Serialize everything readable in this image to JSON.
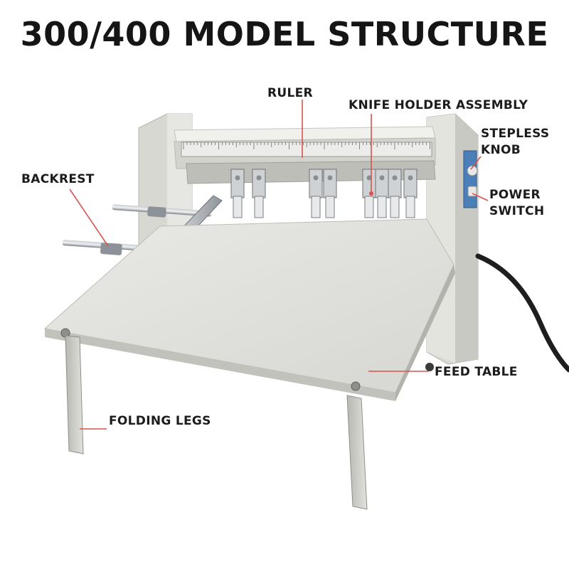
{
  "title": "300/400 MODEL STRUCTURE",
  "colors": {
    "leader_line": "#d9534f",
    "machine_body": "#dcdcd7",
    "feed_table": "#e4e4e0",
    "text": "#1c1c1c"
  },
  "labels": {
    "ruler": "RULER",
    "knife_holder_assembly": "KNIFE HOLDER ASSEMBLY",
    "stepless_knob_line1": "STEPLESS",
    "stepless_knob_line2": "KNOB",
    "backrest": "BACKREST",
    "power_switch_line1": "POWER",
    "power_switch_line2": "SWITCH",
    "feed_table": "FEED TABLE",
    "folding_legs": "FOLDING LEGS"
  }
}
